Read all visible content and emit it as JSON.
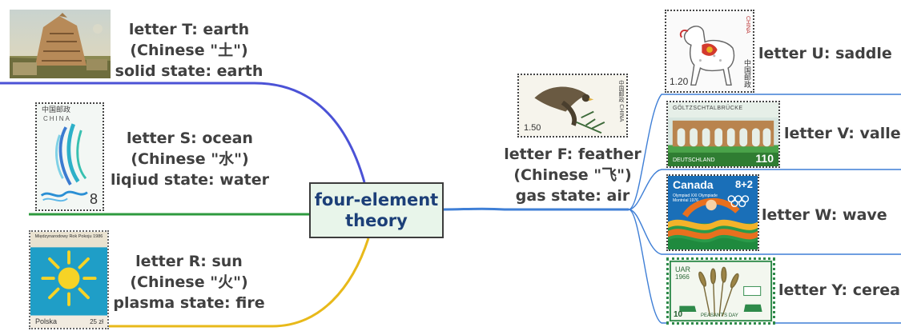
{
  "central_topic": {
    "line1": "four-element",
    "line2": "theory"
  },
  "branches_left": [
    {
      "lines": [
        "letter T: earth",
        "(Chinese \"土\")",
        "solid state: earth"
      ],
      "color": "#4b52d6"
    },
    {
      "lines": [
        "letter S: ocean",
        "(Chinese \"水\")",
        "liqiud state: water"
      ],
      "color": "#2e9a3e"
    },
    {
      "lines": [
        "letter R: sun",
        "(Chinese \"火\")",
        "plasma state: fire"
      ],
      "color": "#e8b91a"
    }
  ],
  "branch_right": {
    "lines": [
      "letter F: feather",
      "(Chinese \"飞\")",
      "gas state: air"
    ],
    "color": "#3f7fd6"
  },
  "sub_branches": [
    {
      "label": "letter U: saddle"
    },
    {
      "label": "letter V: valley"
    },
    {
      "label": "letter W: wave"
    },
    {
      "label": "letter Y: cereal"
    }
  ],
  "stamps": {
    "ocean": {
      "country_cn": "中国邮政",
      "country": "CHINA",
      "value": "8"
    },
    "sun": {
      "header": "Międzynarodowy Rok Pokoju 1986",
      "country": "Polska",
      "value": "25 zł"
    },
    "feather": {
      "value": "1.50",
      "country_cn": "中国邮政 CHINA"
    },
    "horse": {
      "value": "1.20",
      "country_cn": "中国邮政",
      "country": "CHINA"
    },
    "valley": {
      "header": "GÖLTZSCHTALBRÜCKE",
      "country": "DEUTSCHLAND",
      "value": "110"
    },
    "wave": {
      "country": "Canada",
      "value": "8+2",
      "event": "Olympiad XXI Olympiade Montréal 1976"
    },
    "cereal": {
      "country": "UAR",
      "year": "1966",
      "value": "10",
      "caption": "PEASANT'S DAY"
    }
  }
}
